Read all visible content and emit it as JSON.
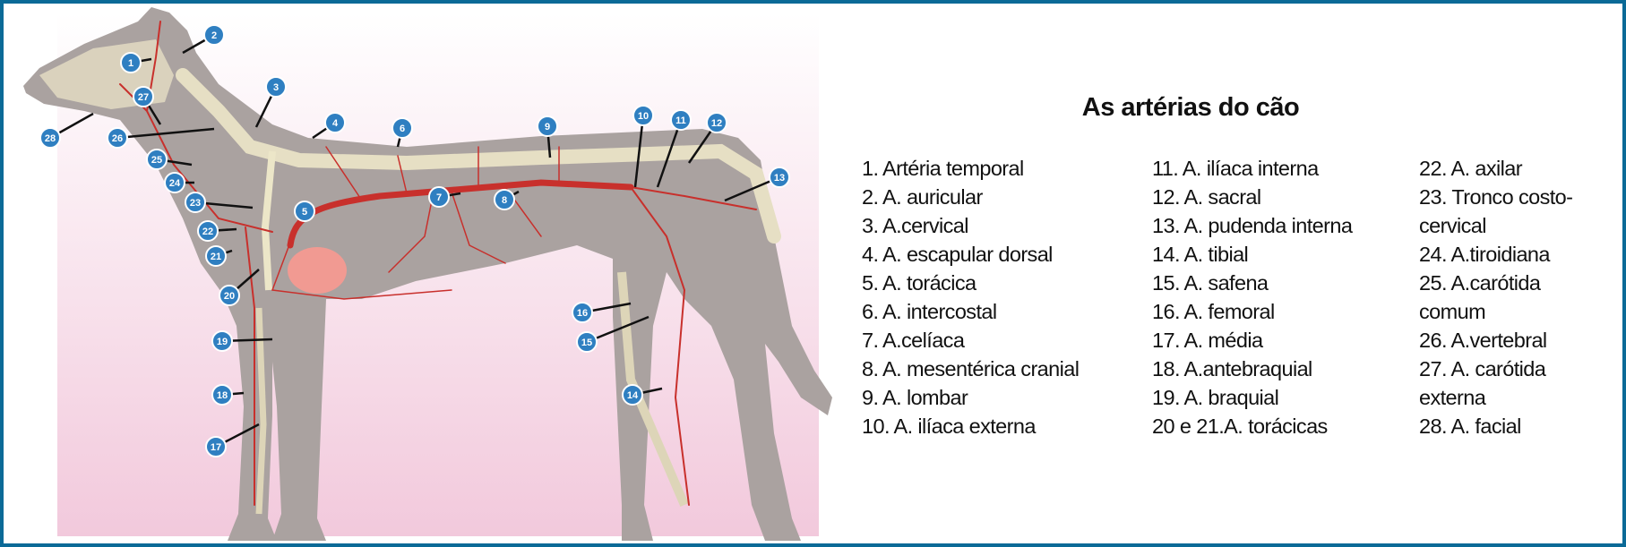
{
  "title": "As artérias do cão",
  "legend": {
    "col1": [
      "1. Artéria temporal",
      "2. A. auricular",
      "3. A.cervical",
      "4. A. escapular dorsal",
      "5. A. torácica",
      "6. A. intercostal",
      "7. A.celíaca",
      "8. A. mesentérica cranial",
      "9. A. lombar",
      "10. A. ilíaca externa"
    ],
    "col2": [
      "11. A. ilíaca interna",
      "12. A. sacral",
      "13. A. pudenda interna",
      "14. A. tibial",
      "15. A. safena",
      "16. A. femoral",
      "17. A. média",
      "18. A.antebraquial",
      "19. A. braquial",
      "20 e 21.A. torácicas"
    ],
    "col3": [
      "22. A. axilar",
      "23. Tronco costo-",
      "cervical",
      "24. A.tiroidiana",
      "25. A.carótida",
      "comum",
      "26. A.vertebral",
      "27. A. carótida",
      "externa",
      "28. A. facial"
    ]
  },
  "markers": [
    "1",
    "2",
    "3",
    "4",
    "5",
    "6",
    "7",
    "8",
    "9",
    "10",
    "11",
    "12",
    "13",
    "14",
    "15",
    "16",
    "17",
    "18",
    "19",
    "20",
    "21",
    "22",
    "23",
    "24",
    "25",
    "26",
    "27",
    "28"
  ],
  "colors": {
    "frame": "#0b6a97",
    "marker": "#2f7fc1",
    "artery": "#c8302c",
    "body": "#aaa2a0",
    "bone": "#e6dfc4",
    "background_top": "#ffffff",
    "background_bottom": "#f2c9dc"
  }
}
